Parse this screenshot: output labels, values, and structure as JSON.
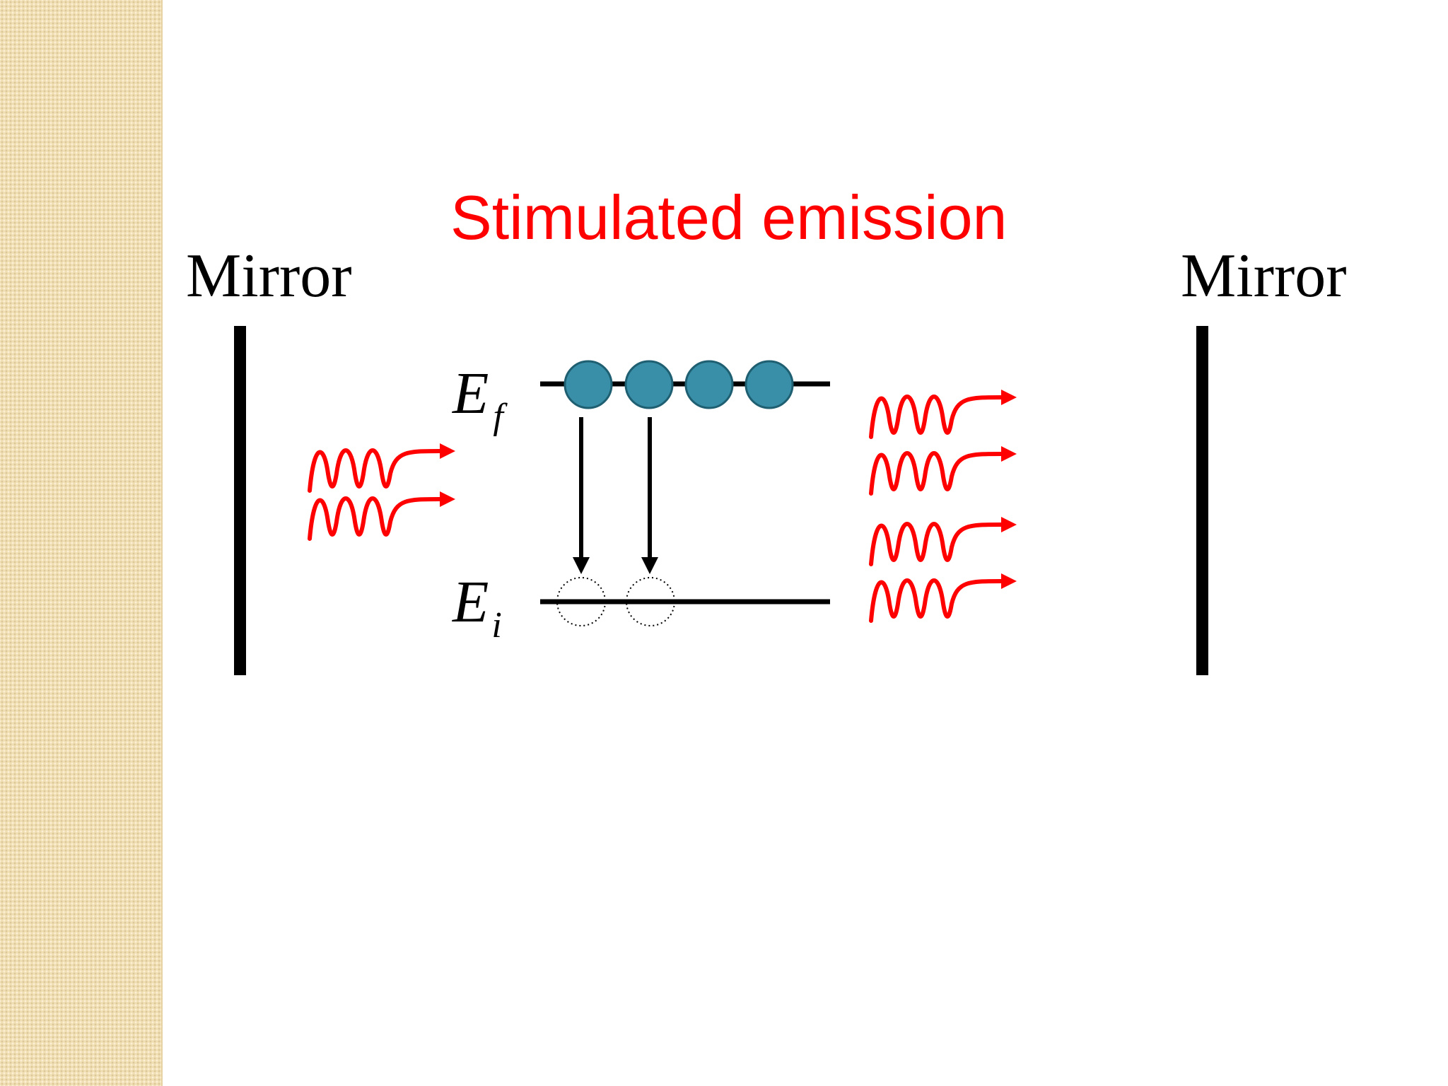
{
  "title": "Stimulated emission",
  "mirror_left_label": "Mirror",
  "mirror_right_label": "Mirror",
  "upper_level": {
    "symbol": "E",
    "subscript": "f"
  },
  "lower_level": {
    "symbol": "E",
    "subscript": "i"
  },
  "colors": {
    "title": "#ff0000",
    "photon": "#ff0000",
    "atom_fill": "#3a8fa8",
    "atom_stroke": "#1f5f72",
    "line": "#000000",
    "side_strip": "#f1dfb4"
  },
  "icons": {
    "incoming_photon": "wavy-arrow-icon",
    "outgoing_photon": "wavy-arrow-icon",
    "atom": "filled-circle-icon",
    "vacancy": "dotted-circle-icon"
  },
  "counts": {
    "incoming_photons": 2,
    "outgoing_photons": 4,
    "excited_atoms": 4,
    "transitions": 2
  }
}
